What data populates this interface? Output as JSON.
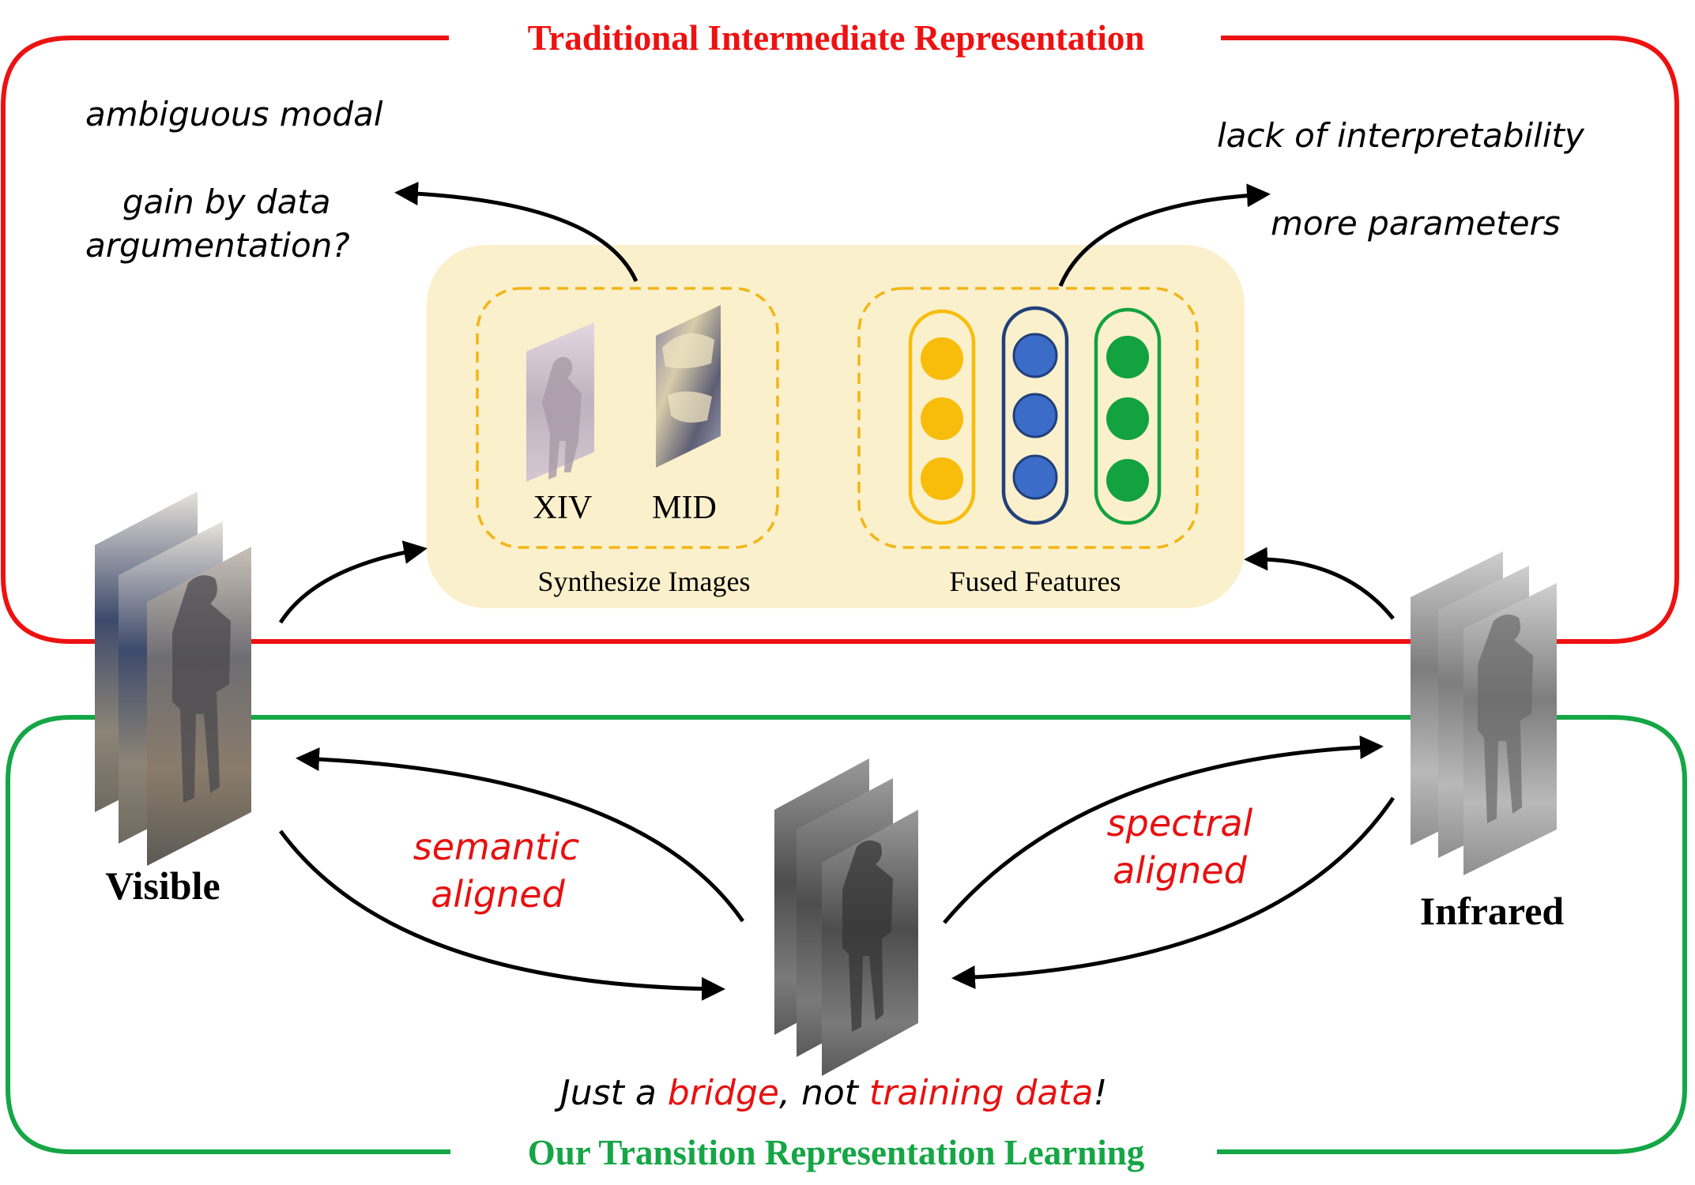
{
  "top_panel": {
    "title": "Traditional Intermediate Representation",
    "color": "#ee1111",
    "left_notes": [
      "ambiguous modal",
      "gain by data",
      "argumentation?"
    ],
    "right_notes": [
      "lack of interpretability",
      "more parameters"
    ],
    "synth_box": {
      "labels": [
        "XIV",
        "MID"
      ],
      "caption": "Synthesize Images"
    },
    "fused_box": {
      "caption": "Fused Features"
    }
  },
  "bottom_panel": {
    "title": "Our Transition Representation Learning",
    "color": "#15a645",
    "left_arrow_label": [
      "semantic",
      "aligned"
    ],
    "right_arrow_label": [
      "spectral",
      "aligned"
    ],
    "bottom_note": {
      "p1": "Just a ",
      "p2": "bridge",
      "p3": ", not ",
      "p4": "training data",
      "p5": "!"
    }
  },
  "modalities": {
    "left": "Visible",
    "right": "Infrared"
  },
  "colors": {
    "accent_red": "#e81010",
    "panel_yellow": "#fbf0cc",
    "dashed_yellow": "#f2b514",
    "dot_yellow": "#f8bd0a",
    "dot_blue": "#3a6cc8",
    "dot_green": "#12a23f",
    "blue_outline": "#22407a"
  }
}
